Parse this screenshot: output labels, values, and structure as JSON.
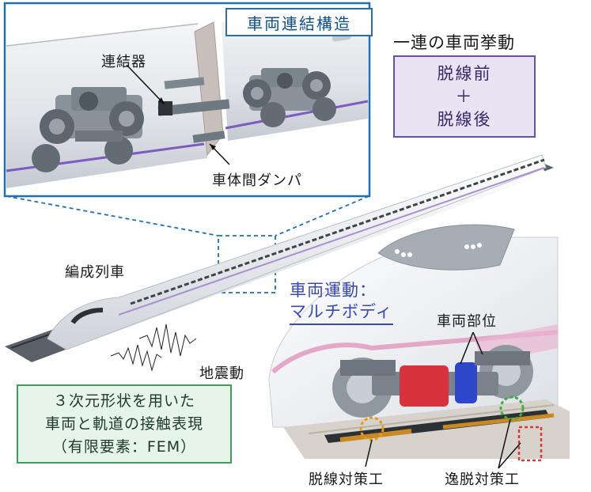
{
  "inset_title": "車両連結構造",
  "labels": {
    "coupler": "連結器",
    "damper": "車体間ダンパ",
    "trainset": "編成列車",
    "earthquake": "地震動",
    "car_part": "車両部位",
    "derail_measure": "脱線対策工",
    "deviation_measure": "逸脱対策工"
  },
  "sequence": {
    "heading": "一連の車両挙動",
    "line1": "脱線前",
    "line2": "＋",
    "line3": "脱線後"
  },
  "motion": {
    "line1": "車両運動：",
    "line2": "マルチボディ"
  },
  "contact": {
    "line1": "３次元形状を用いた",
    "line2": "車両と軌道の接触表現",
    "line3": "（有限要素：FEM）"
  },
  "colors": {
    "inset_border": "#1f6fb5",
    "purple_accent": "#6b4fa5",
    "green_accent": "#3f9c5a",
    "motion_text": "#3b49b0",
    "red_part": "#d9323f",
    "blue_part": "#2e47c8",
    "circle_orange": "#e39a1f",
    "circle_green": "#3fae3f",
    "dot_red": "#d83a3a"
  }
}
